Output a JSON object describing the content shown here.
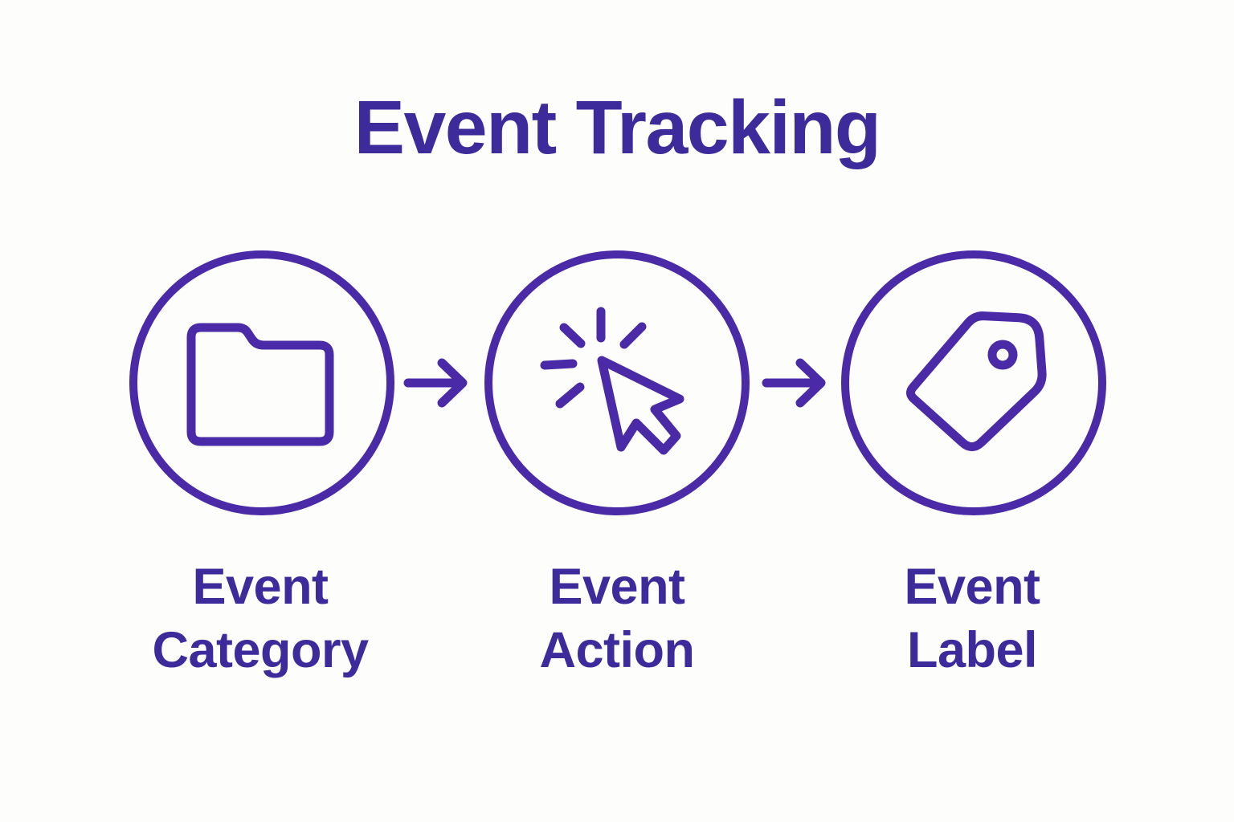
{
  "title": "Event Tracking",
  "colors": {
    "accent": "#4a2aa6",
    "text": "#3d2b9c",
    "background": "#fdfdfc"
  },
  "steps": [
    {
      "id": "event-category",
      "icon": "folder-icon",
      "label_line1": "Event",
      "label_line2": "Category"
    },
    {
      "id": "event-action",
      "icon": "cursor-click-icon",
      "label_line1": "Event",
      "label_line2": "Action"
    },
    {
      "id": "event-label",
      "icon": "tag-icon",
      "label_line1": "Event",
      "label_line2": "Label"
    }
  ],
  "connectors": [
    {
      "icon": "right-arrow-icon"
    },
    {
      "icon": "right-arrow-icon"
    }
  ]
}
